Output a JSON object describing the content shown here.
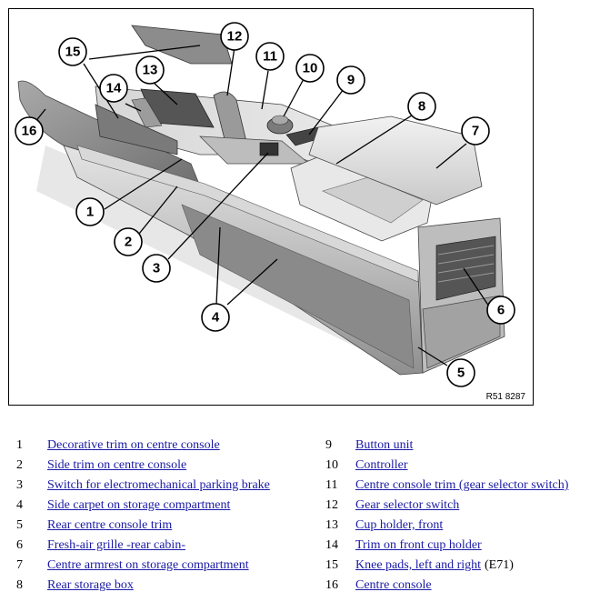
{
  "figure": {
    "reference": "R51 8287",
    "callouts": [
      "1",
      "2",
      "3",
      "4",
      "5",
      "6",
      "7",
      "8",
      "9",
      "10",
      "11",
      "12",
      "13",
      "14",
      "15",
      "16"
    ]
  },
  "legend": {
    "items": [
      {
        "num": "1",
        "label": "Decorative trim on centre console"
      },
      {
        "num": "2",
        "label": "Side trim on centre console"
      },
      {
        "num": "3",
        "label": "Switch for electromechanical parking brake"
      },
      {
        "num": "4",
        "label": "Side carpet on storage compartment"
      },
      {
        "num": "5",
        "label": "Rear centre console trim"
      },
      {
        "num": "6",
        "label": "Fresh-air grille -rear cabin-"
      },
      {
        "num": "7",
        "label": "Centre armrest on storage compartment"
      },
      {
        "num": "8",
        "label": "Rear storage box"
      },
      {
        "num": "9",
        "label": "Button unit"
      },
      {
        "num": "10",
        "label": "Controller"
      },
      {
        "num": "11",
        "label": "Centre console trim (gear selector switch)"
      },
      {
        "num": "12",
        "label": "Gear selector switch"
      },
      {
        "num": "13",
        "label": "Cup holder, front"
      },
      {
        "num": "14",
        "label": "Trim on front cup holder"
      },
      {
        "num": "15",
        "label": "Knee pads, left and right",
        "suffix": "(E71)"
      },
      {
        "num": "16",
        "label": "Centre console"
      }
    ]
  }
}
